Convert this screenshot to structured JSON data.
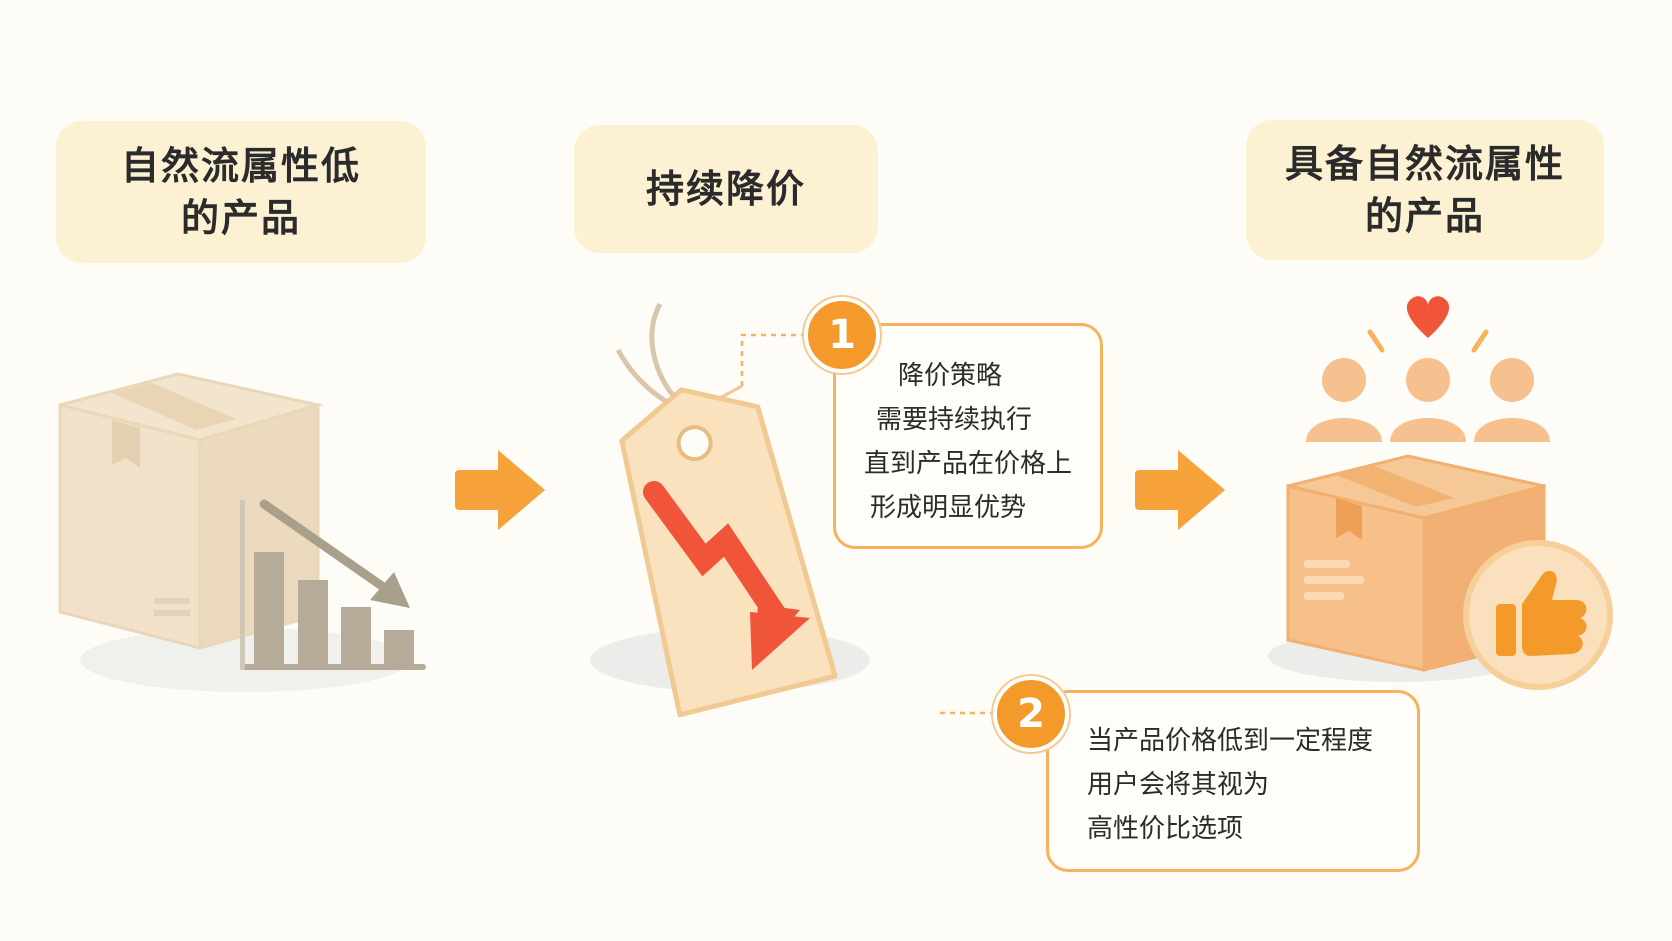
{
  "stages": {
    "left_title": [
      "自然流属性低",
      "的产品"
    ],
    "middle_title": [
      "持续降价"
    ],
    "right_title": [
      "具备自然流属性",
      "的产品"
    ]
  },
  "notes": {
    "note1": {
      "number": "1",
      "lines": [
        "降价策略",
        "需要持续执行",
        "直到产品在价格上",
        "形成明显优势"
      ]
    },
    "note2": {
      "number": "2",
      "lines": [
        "当产品价格低到一定程度",
        "用户会将其视为",
        "高性价比选项"
      ]
    }
  },
  "icons": [
    "box-icon",
    "declining-bar-chart-icon",
    "price-tag-icon",
    "down-arrow-icon",
    "users-icon",
    "heart-icon",
    "thumbs-up-icon",
    "right-arrow-icon"
  ],
  "colors": {
    "title_bg": "#fcf1d3",
    "accent_orange": "#f39a2b",
    "arrow_red": "#f0553a",
    "box_outline": "#f6b25e"
  }
}
